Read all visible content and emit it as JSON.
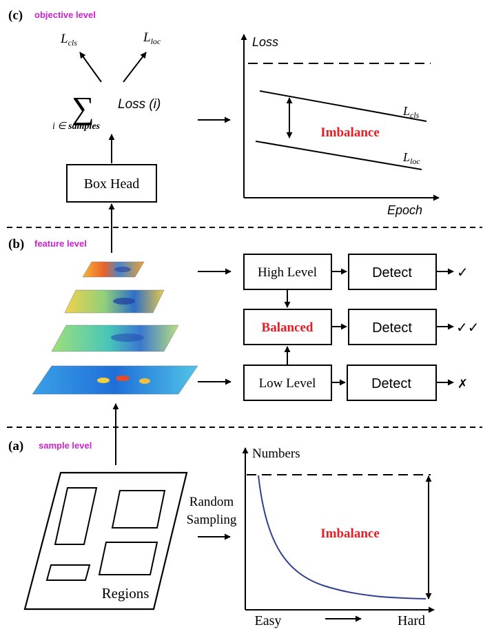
{
  "colors": {
    "level_tag": "#cc22cc",
    "imbalance": "#e51c23",
    "curve": "#2d3f8f",
    "ink": "#000000"
  },
  "section_c": {
    "letter": "(c)",
    "tag": "objective level",
    "sum_symbol": "∑",
    "sum_index": "i ∈ ",
    "sum_index_bold": "samples",
    "loss_func": "Loss (i)",
    "lcls_base": "L",
    "lcls_sub": "cls",
    "lloc_base": "L",
    "lloc_sub": "loc",
    "box_head": "Box Head",
    "plot": {
      "y_label": "Loss",
      "x_label": "Epoch",
      "imbalance": "Imbalance",
      "cls_base": "L",
      "cls_sub": "cls",
      "loc_base": "L",
      "loc_sub": "loc"
    }
  },
  "section_b": {
    "letter": "(b)",
    "tag": "feature level",
    "high_level": "High Level",
    "balanced": "Balanced",
    "low_level": "Low Level",
    "detect": "Detect",
    "check_single": "✓",
    "check_double": "✓✓",
    "cross": "✗"
  },
  "section_a": {
    "letter": "(a)",
    "tag": "sample level",
    "regions": "Regions",
    "random": "Random",
    "sampling": "Sampling",
    "plot": {
      "y_label": "Numbers",
      "imbalance": "Imbalance",
      "x_easy": "Easy",
      "x_hard": "Hard"
    }
  }
}
